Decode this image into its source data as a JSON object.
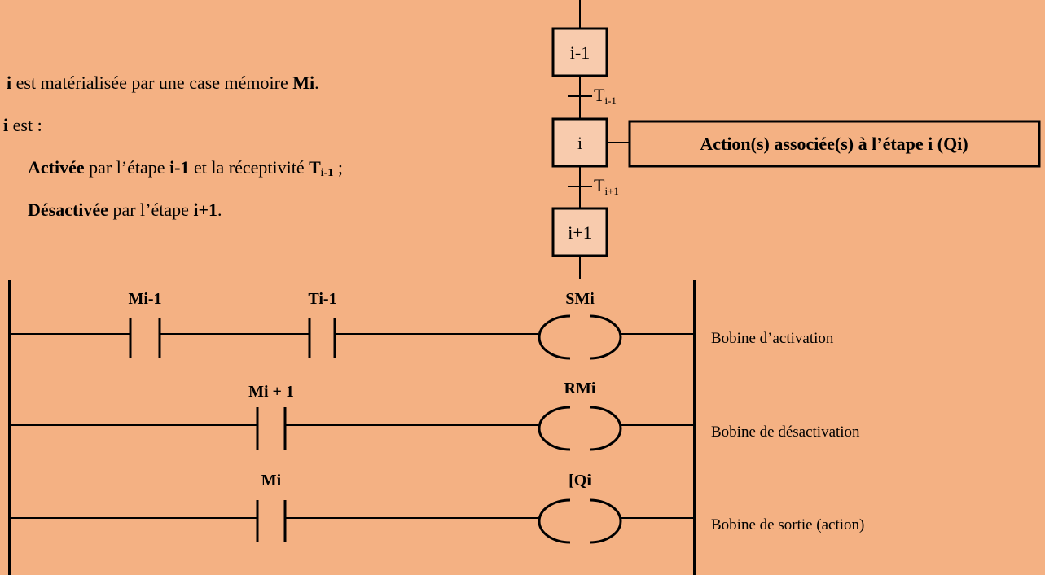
{
  "text": {
    "line1": {
      "pre": "i",
      "mid": " est matérialisée par une case mémoire ",
      "mem": "Mi",
      "end": "."
    },
    "line2": {
      "pre": "i",
      "end": " est :"
    },
    "line3": {
      "a": "Activée",
      "b": " par l’étape ",
      "c": "i-1",
      "d": " et la réceptivité ",
      "e": "T",
      "f": "i-1",
      "g": " ;"
    },
    "line4": {
      "a": "Désactivée",
      "b": " par l’étape ",
      "c": "i+1",
      "d": "."
    }
  },
  "grafcet": {
    "steps": [
      "i-1",
      "i",
      "i+1"
    ],
    "transitions": [
      {
        "base": "T",
        "sub": "i-1"
      },
      {
        "base": "T",
        "sub": "i+1"
      }
    ],
    "action": "Action(s) associée(s) à l’étape i (Qi)"
  },
  "ladder": {
    "rungs": [
      {
        "contacts": [
          "Mi-1",
          "Ti-1"
        ],
        "coil": "SMi",
        "note": "Bobine d’activation"
      },
      {
        "contacts": [
          "Mi + 1"
        ],
        "coil": "RMi",
        "note": "Bobine de désactivation"
      },
      {
        "contacts": [
          "Mi"
        ],
        "coil": "[Qi",
        "note": "Bobine de sortie (action)"
      }
    ]
  }
}
